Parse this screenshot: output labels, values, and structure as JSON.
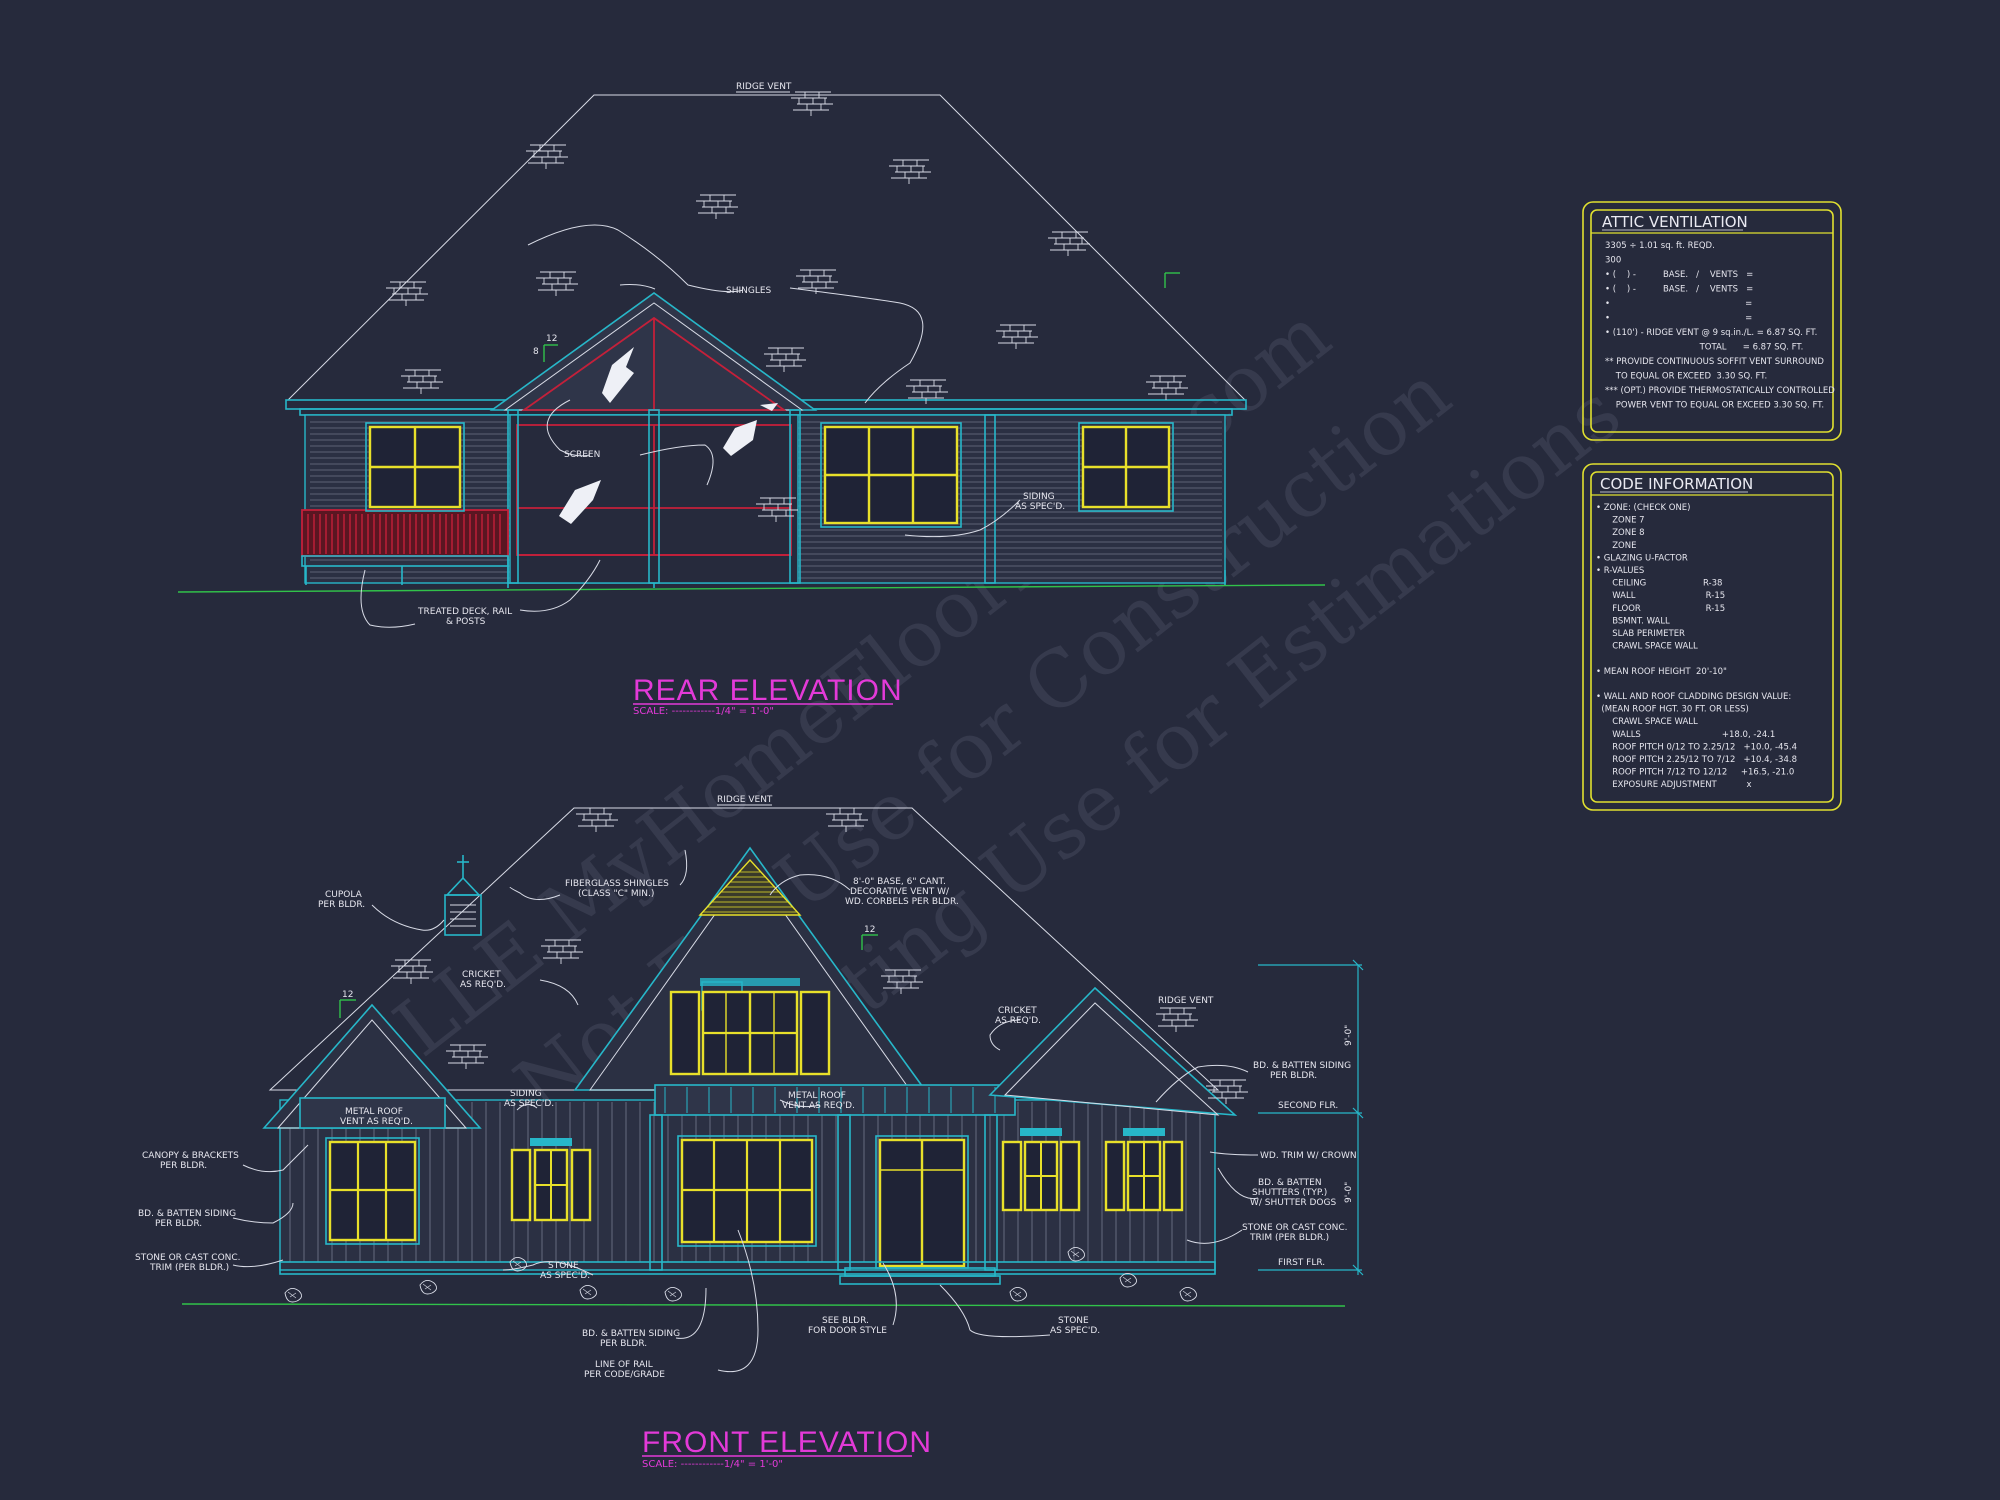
{
  "rear": {
    "title": "REAR ELEVATION",
    "scale": "SCALE: ------------1/4\" = 1'-0\"",
    "labels": {
      "ridge_vent": "RIDGE VENT",
      "shingles": "SHINGLES",
      "screen": "SCREEN",
      "siding1": "SIDING",
      "siding2": "AS SPEC'D.",
      "deck1": "TREATED DECK, RAIL",
      "deck2": "& POSTS",
      "pitch_run": "12",
      "pitch_rise": "8"
    }
  },
  "front": {
    "title": "FRONT ELEVATION",
    "scale": "SCALE: ------------1/4\" = 1'-0\"",
    "labels": {
      "ridge_vent": "RIDGE VENT",
      "ridge_vent2": "RIDGE VENT",
      "cupola1": "CUPOLA",
      "cupola2": "PER BLDR.",
      "fiber1": "FIBERGLASS SHINGLES",
      "fiber2": "(CLASS \"C\" MIN.)",
      "vent1": "8'-0\" BASE, 6\" CANT.",
      "vent2": "DECORATIVE VENT W/",
      "vent3": "WD. CORBELS PER BLDR.",
      "cricket1": "CRICKET",
      "cricket2": "AS REQ'D.",
      "cricketr1": "CRICKET",
      "cricketr2": "AS REQ'D.",
      "metal1": "METAL ROOF",
      "metal2": "VENT AS REQ'D.",
      "metalr1": "METAL ROOF",
      "metalr2": "VENT AS REQ'D.",
      "siding1": "SIDING",
      "siding2": "AS SPEC'D.",
      "canopy1": "CANOPY & BRACKETS",
      "canopy2": "PER BLDR.",
      "bb1": "BD. & BATTEN SIDING",
      "bb2": "PER BLDR.",
      "stonel1": "STONE OR CAST CONC.",
      "stonel2": "TRIM (PER BLDR.)",
      "stone1": "STONE",
      "stone2": "AS SPEC'D.",
      "bbb1": "BD. & BATTEN SIDING",
      "bbb2": "PER BLDR.",
      "rail1": "LINE OF RAIL",
      "rail2": "PER CODE/GRADE",
      "door1": "SEE BLDR.",
      "door2": "FOR DOOR STYLE",
      "stoner1": "STONE",
      "stoner2": "AS SPEC'D.",
      "bbr1": "BD. & BATTEN SIDING",
      "bbr2": "PER BLDR.",
      "trim": "WD. TRIM W/ CROWN",
      "shut1": "BD. & BATTEN",
      "shut2": "SHUTTERS (TYP.)",
      "shut3": "W/ SHUTTER DOGS",
      "stonec1": "STONE OR CAST CONC.",
      "stonec2": "TRIM (PER BLDR.)",
      "second_flr": "SECOND FLR.",
      "first_flr": "FIRST FLR.",
      "dim_upper": "9'-0\"",
      "dim_lower": "9'-0\"",
      "pitch": "12"
    }
  },
  "attic": {
    "title": "ATTIC VENTILATION",
    "lines": [
      "3305 ÷ 1.01 sq. ft. REQD.",
      "300",
      "• (    ) -          BASE.   /    VENTS   =",
      "• (    ) -          BASE.   /    VENTS   =",
      "•                                                  =",
      "•                                                  =",
      "• (110') - RIDGE VENT @ 9 sq.in./L. = 6.87 SQ. FT.",
      "                                   TOTAL      = 6.87 SQ. FT.",
      "** PROVIDE CONTINUOUS SOFFIT VENT SURROUND",
      "    TO EQUAL OR EXCEED  3.30 SQ. FT.",
      "*** (OPT.) PROVIDE THERMOSTATICALLY CONTROLLED",
      "    POWER VENT TO EQUAL OR EXCEED 3.30 SQ. FT."
    ]
  },
  "code": {
    "title": "CODE INFORMATION",
    "lines": [
      "• ZONE: (CHECK ONE)",
      "      ZONE 7",
      "      ZONE 8",
      "      ZONE",
      "• GLAZING U-FACTOR",
      "• R-VALUES",
      "      CEILING                     R-38",
      "      WALL                          R-15",
      "      FLOOR                        R-15",
      "      BSMNT. WALL",
      "      SLAB PERIMETER",
      "      CRAWL SPACE WALL",
      "",
      "• MEAN ROOF HEIGHT  20'-10\"",
      "",
      "• WALL AND ROOF CLADDING DESIGN VALUE:",
      "  (MEAN ROOF HGT. 30 FT. OR LESS)",
      "      CRAWL SPACE WALL",
      "      WALLS                              +18.0, -24.1",
      "      ROOF PITCH 0/12 TO 2.25/12   +10.0, -45.4",
      "      ROOF PITCH 2.25/12 TO 7/12   +10.4, -34.8",
      "      ROOF PITCH 7/12 TO 12/12     +16.5, -21.0",
      "      EXPOSURE ADJUSTMENT           x"
    ]
  },
  "watermark": {
    "line1": "ILLE MyHomeFloorPlans.com",
    "line2": "Not For Use for Construction",
    "line3": "Marketing Use for Estimations"
  },
  "colors": {
    "background": "#262a3c",
    "linework": "#d8dbe6",
    "trim": "#27b7c9",
    "windows": "#e8e02a",
    "rail": "#c4203a",
    "title": "#e33ad8",
    "grade": "#31c24a"
  }
}
